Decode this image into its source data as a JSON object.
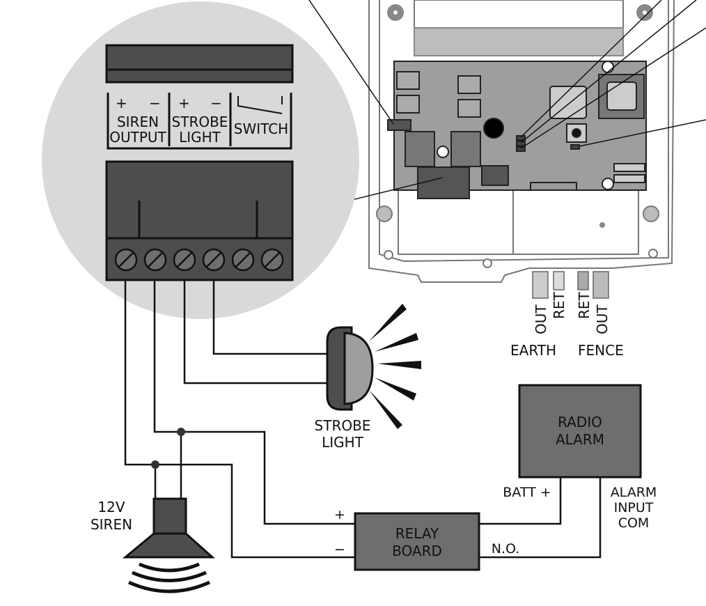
{
  "terminal_block": {
    "siren_output": {
      "polarity": [
        "+",
        "−"
      ],
      "line1": "SIREN",
      "line2": "OUTPUT"
    },
    "strobe_light": {
      "polarity": [
        "+",
        "−"
      ],
      "line1": "STROBE",
      "line2": "LIGHT"
    },
    "switch": {
      "label": "SWITCH"
    }
  },
  "enclosure": {
    "terminals": [
      "OUT",
      "RET",
      "RET",
      "OUT"
    ],
    "earth_label": "EARTH",
    "fence_label": "FENCE"
  },
  "strobe": {
    "line1": "STROBE",
    "line2": "LIGHT"
  },
  "siren": {
    "line1": "12V",
    "line2": "SIREN"
  },
  "radio_alarm": {
    "line1": "RADIO",
    "line2": "ALARM",
    "batt_label": "BATT +",
    "input_line1": "ALARM",
    "input_line2": "INPUT",
    "input_line3": "COM"
  },
  "relay_board": {
    "line1": "RELAY",
    "line2": "BOARD",
    "plus": "+",
    "minus": "−",
    "no_label": "N.O."
  },
  "colors": {
    "dark_fill": "#4d4d4d",
    "mid_fill": "#6e6e6e",
    "pcb": "#9e9e9e",
    "zoom_circle": "#d9d9d9"
  }
}
